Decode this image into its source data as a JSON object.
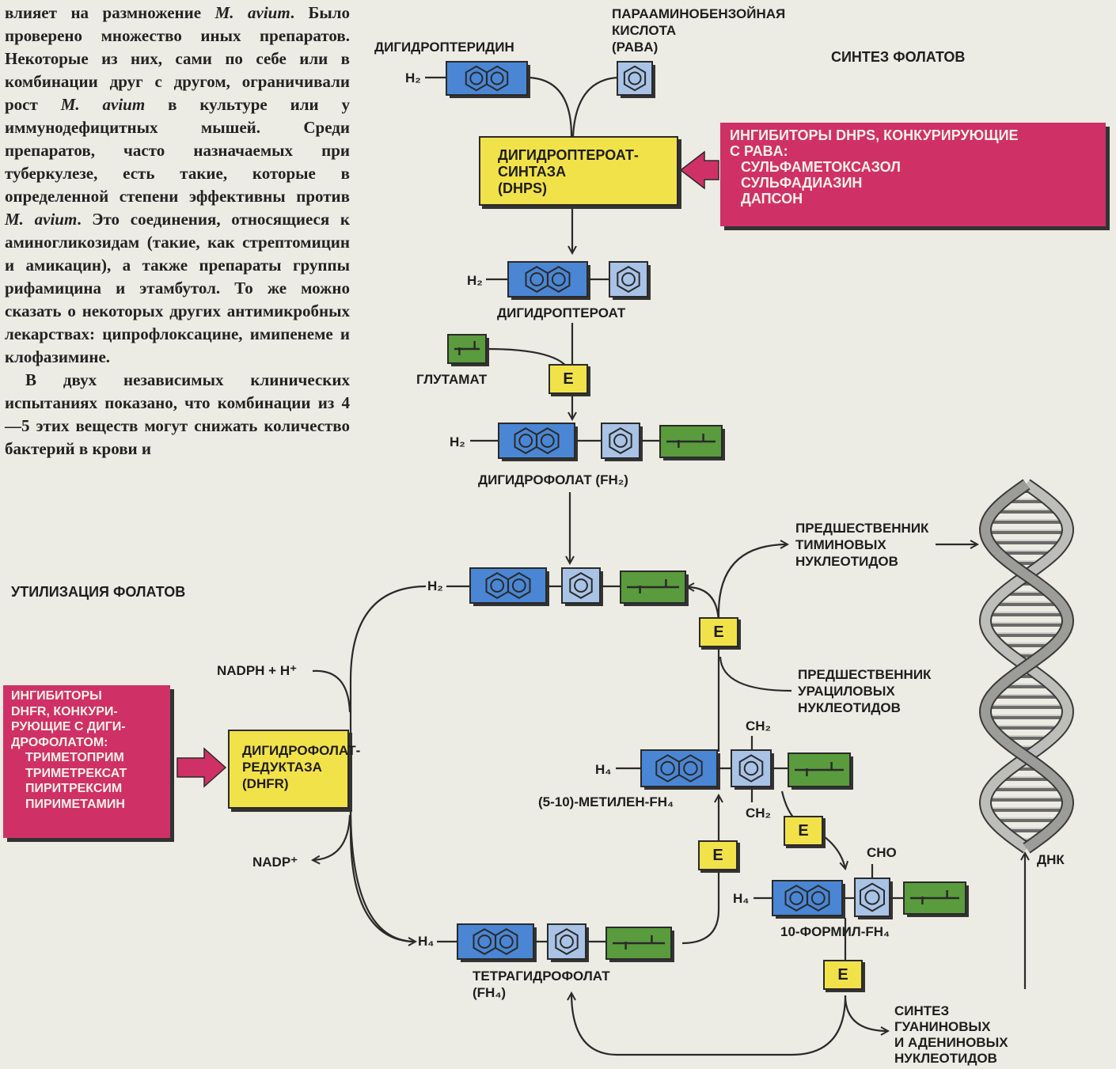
{
  "body_text": {
    "p1": {
      "t1": "влияет на размножение ",
      "t2": "M. avium",
      "t3": ". Было проверено множество иных препаратов. Некоторые из них, сами по себе или в комбинации друг с другом, ограничивали рост ",
      "t4": "M. avium",
      "t5": " в культуре или у иммунодефицитных мышей. Среди препаратов, часто назначаемых при туберкулезе, есть такие, которые в определенной степени эффективны против ",
      "t6": "M. avium",
      "t7": ". Это соединения, относящиеся к аминогликозидам (такие, как стрептомицин и амикацин), а также препараты группы рифамицина и этамбутол. То же можно сказать о некоторых других антимикробных лекарствах: ципрофлоксацине, имипенеме и клофазимине."
    },
    "p2": "В двух независимых клинических испытаниях показано, что комбинации из 4—5 этих веществ могут снижать количество бактерий в крови и"
  },
  "headings": {
    "synthesis": "СИНТЕЗ ФОЛАТОВ",
    "utilization": "УТИЛИЗАЦИЯ ФОЛАТОВ"
  },
  "labels": {
    "dihydropteridine": "ДИГИДРОПТЕРИДИН",
    "paba": [
      "ПАРААМИНОБЕНЗОЙНАЯ",
      "КИСЛОТА",
      "(PABA)"
    ],
    "dihydropteroate": "ДИГИДРОПТЕРОАТ",
    "glutamate": "ГЛУТАМАТ",
    "dihydrofolate": "ДИГИДРОФОЛАТ (FH₂)",
    "thymine_precursor": [
      "ПРЕДШЕСТВЕННИК",
      "ТИМИНОВЫХ",
      "НУКЛЕОТИДОВ"
    ],
    "uracil_precursor": [
      "ПРЕДШЕСТВЕННИК",
      "УРАЦИЛОВЫХ",
      "НУКЛЕОТИДОВ"
    ],
    "nadph": "NADPH + H⁺",
    "nadp": "NADP⁺",
    "methylene": "(5-10)-МЕТИЛЕН-FH₄",
    "formyl": "10-ФОРМИЛ-FH₄",
    "tetrahydrofolate": [
      "ТЕТРАГИДРОФОЛАТ",
      "(FH₄)"
    ],
    "dna": "ДНК",
    "purine_synthesis": [
      "СИНТЕЗ",
      "ГУАНИНОВЫХ",
      "И АДЕНИНОВЫХ",
      "НУКЛЕОТИДОВ"
    ],
    "h2": "H₂",
    "h4": "H₄",
    "ch2": "CH₂",
    "cho": "CHO",
    "enzyme_e": "E"
  },
  "enzymes": {
    "dhps": [
      "ДИГИДРОПТЕРОАТ-",
      "СИНТАЗА",
      "(DHPS)"
    ],
    "dhfr": [
      "ДИГИДРОФОЛАТ-",
      "РЕДУКТАЗА",
      "(DHFR)"
    ]
  },
  "inhibitors": {
    "dhps": {
      "title": [
        "ИНГИБИТОРЫ DHPS, КОНКУРИРУЮЩИЕ",
        "С PABA:"
      ],
      "drugs": [
        "СУЛЬФАМЕТОКСАЗОЛ",
        "СУЛЬФАДИАЗИН",
        "ДАПСОН"
      ]
    },
    "dhfr": {
      "title": [
        "ИНГИБИТОРЫ",
        "DHFR, КОНКУРИ-",
        "РУЮЩИЕ С ДИГИ-",
        "ДРОФОЛАТОМ:"
      ],
      "drugs": [
        "ТРИМЕТОПРИМ",
        "ТРИМЕТРЕКСАТ",
        "ПИРИТРЕКСИМ",
        "ПИРИМЕТАМИН"
      ]
    }
  },
  "colors": {
    "pteridine": "#4a86d4",
    "benzoate": "#a9c3e6",
    "glutamate": "#5a9b3e",
    "enzyme": "#f2e24a",
    "inhibitor": "#cf3166",
    "line": "#2a2a2a"
  }
}
